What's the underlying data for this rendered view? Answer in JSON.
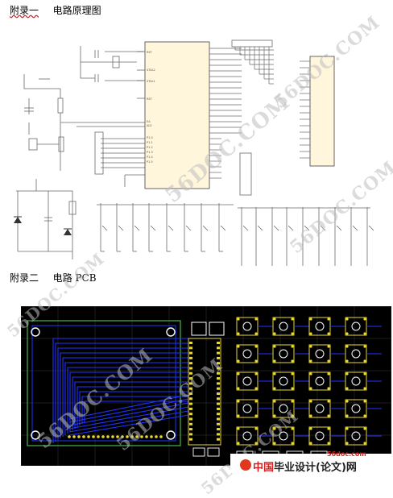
{
  "appendix1": {
    "label": "附录一",
    "title": "电路原理图"
  },
  "appendix2": {
    "label": "附录二",
    "title": "电路 PCB"
  },
  "watermark": "56DOC.COM",
  "footer": {
    "site": "56doc.com",
    "brand_red": "中国",
    "brand_rest": "毕业设计(论文)网"
  },
  "colors": {
    "pcb_background": "#000000",
    "pcb_copper_blue": "#2233ff",
    "pcb_pads_yellow": "#e8d830",
    "pcb_outline_green": "#3f9a3f",
    "schematic_ic_fill": "#fff6dc",
    "watermark_gray": "#bcbcbc",
    "footer_red": "#d42020"
  }
}
